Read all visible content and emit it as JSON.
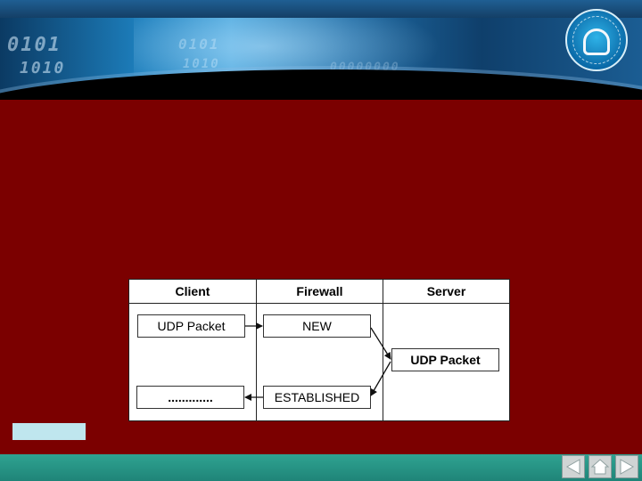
{
  "diagram": {
    "columns": [
      "Client",
      "Firewall",
      "Server"
    ],
    "client_top": "UDP Packet",
    "client_bottom": ".............",
    "firewall_top": "NEW",
    "firewall_bottom": "ESTABLISHED",
    "server_node": "UDP Packet"
  },
  "navigation": {
    "icons": [
      "arrow-left-icon",
      "home-icon",
      "arrow-right-icon"
    ]
  },
  "colors": {
    "background": "#7b0000",
    "bottom_bar": "#2fa391",
    "caption_box": "#bfe6ee"
  }
}
